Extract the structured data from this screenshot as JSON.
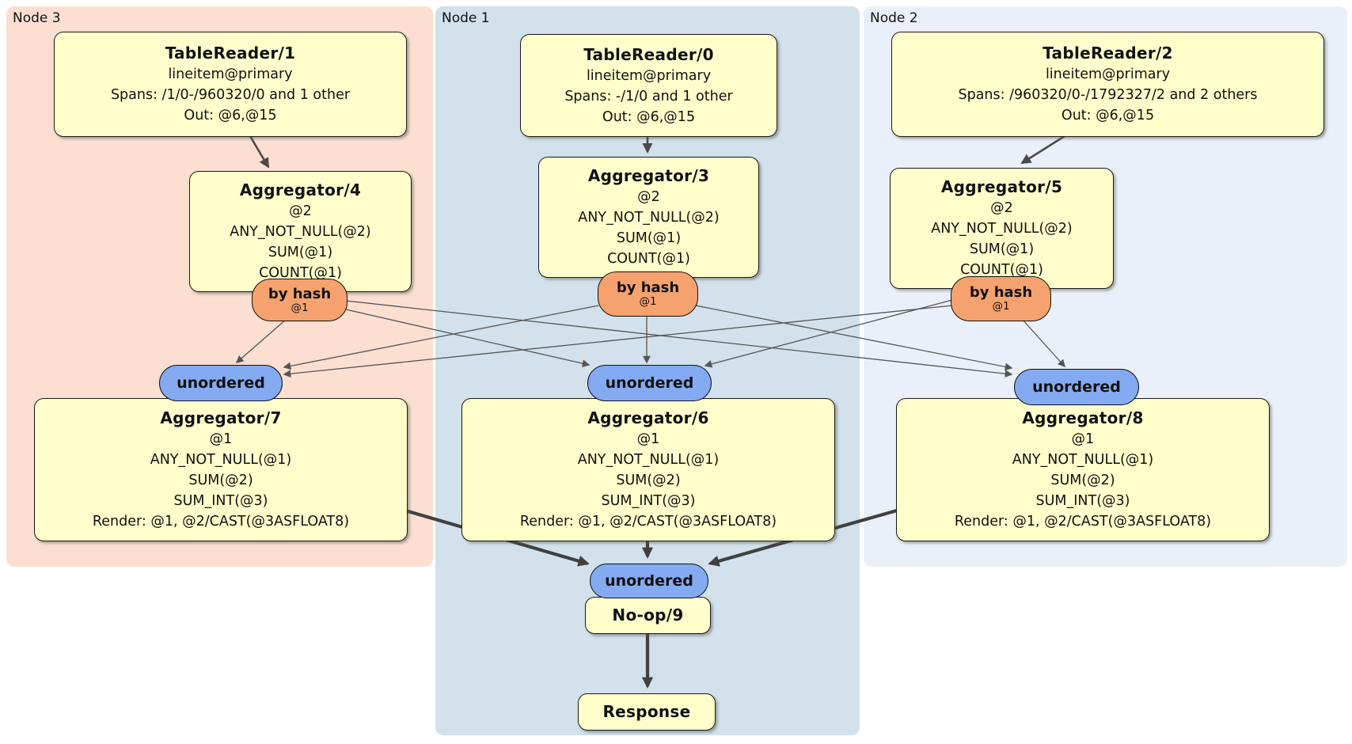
{
  "regions": {
    "node3": {
      "label": "Node 3"
    },
    "node1": {
      "label": "Node 1"
    },
    "node2": {
      "label": "Node 2"
    }
  },
  "nodes": {
    "tr1": {
      "title": "TableReader/1",
      "lines": [
        "lineitem@primary",
        "Spans: /1/0-/960320/0 and 1 other",
        "Out: @6,@15"
      ]
    },
    "tr0": {
      "title": "TableReader/0",
      "lines": [
        "lineitem@primary",
        "Spans: -/1/0 and 1 other",
        "Out: @6,@15"
      ]
    },
    "tr2": {
      "title": "TableReader/2",
      "lines": [
        "lineitem@primary",
        "Spans: /960320/0-/1792327/2 and 2 others",
        "Out: @6,@15"
      ]
    },
    "agg4": {
      "title": "Aggregator/4",
      "lines": [
        "@2",
        "ANY_NOT_NULL(@2)",
        "SUM(@1)",
        "COUNT(@1)"
      ]
    },
    "agg3": {
      "title": "Aggregator/3",
      "lines": [
        "@2",
        "ANY_NOT_NULL(@2)",
        "SUM(@1)",
        "COUNT(@1)"
      ]
    },
    "agg5": {
      "title": "Aggregator/5",
      "lines": [
        "@2",
        "ANY_NOT_NULL(@2)",
        "SUM(@1)",
        "COUNT(@1)"
      ]
    },
    "agg7": {
      "title": "Aggregator/7",
      "lines": [
        "@1",
        "ANY_NOT_NULL(@1)",
        "SUM(@2)",
        "SUM_INT(@3)",
        "Render: @1, @2/CAST(@3ASFLOAT8)"
      ]
    },
    "agg6": {
      "title": "Aggregator/6",
      "lines": [
        "@1",
        "ANY_NOT_NULL(@1)",
        "SUM(@2)",
        "SUM_INT(@3)",
        "Render: @1, @2/CAST(@3ASFLOAT8)"
      ]
    },
    "agg8": {
      "title": "Aggregator/8",
      "lines": [
        "@1",
        "ANY_NOT_NULL(@1)",
        "SUM(@2)",
        "SUM_INT(@3)",
        "Render: @1, @2/CAST(@3ASFLOAT8)"
      ]
    },
    "noop": {
      "title": "No-op/9"
    },
    "response": {
      "title": "Response"
    }
  },
  "routers": {
    "byhash_node3": {
      "label": "by hash",
      "detail": "@1"
    },
    "byhash_node1": {
      "label": "by hash",
      "detail": "@1"
    },
    "byhash_node2": {
      "label": "by hash",
      "detail": "@1"
    },
    "unordered_node3": {
      "label": "unordered"
    },
    "unordered_node1": {
      "label": "unordered"
    },
    "unordered_node2": {
      "label": "unordered"
    },
    "unordered_final": {
      "label": "unordered"
    }
  },
  "edges": [
    {
      "from": "TableReader/1",
      "to": "Aggregator/4"
    },
    {
      "from": "TableReader/0",
      "to": "Aggregator/3"
    },
    {
      "from": "TableReader/2",
      "to": "Aggregator/5"
    },
    {
      "from": "by hash (Node 3)",
      "to": "unordered (Node 3)"
    },
    {
      "from": "by hash (Node 3)",
      "to": "unordered (Node 1)"
    },
    {
      "from": "by hash (Node 3)",
      "to": "unordered (Node 2)"
    },
    {
      "from": "by hash (Node 1)",
      "to": "unordered (Node 3)"
    },
    {
      "from": "by hash (Node 1)",
      "to": "unordered (Node 1)"
    },
    {
      "from": "by hash (Node 1)",
      "to": "unordered (Node 2)"
    },
    {
      "from": "by hash (Node 2)",
      "to": "unordered (Node 3)"
    },
    {
      "from": "by hash (Node 2)",
      "to": "unordered (Node 1)"
    },
    {
      "from": "by hash (Node 2)",
      "to": "unordered (Node 2)"
    },
    {
      "from": "Aggregator/7",
      "to": "unordered (final)"
    },
    {
      "from": "Aggregator/6",
      "to": "unordered (final)"
    },
    {
      "from": "Aggregator/8",
      "to": "unordered (final)"
    },
    {
      "from": "No-op/9",
      "to": "Response"
    }
  ],
  "colors": {
    "region_node3": "#fcdfd1",
    "region_node1": "#d2e1eb",
    "region_node2": "#eaf0fa",
    "node_fill": "#ffffcc",
    "router_hash_fill": "#f6a26e",
    "router_unordered_fill": "#84abf1",
    "edge_thin": "#555555",
    "edge_medium": "#4a4a4a",
    "edge_thick": "#404040"
  }
}
